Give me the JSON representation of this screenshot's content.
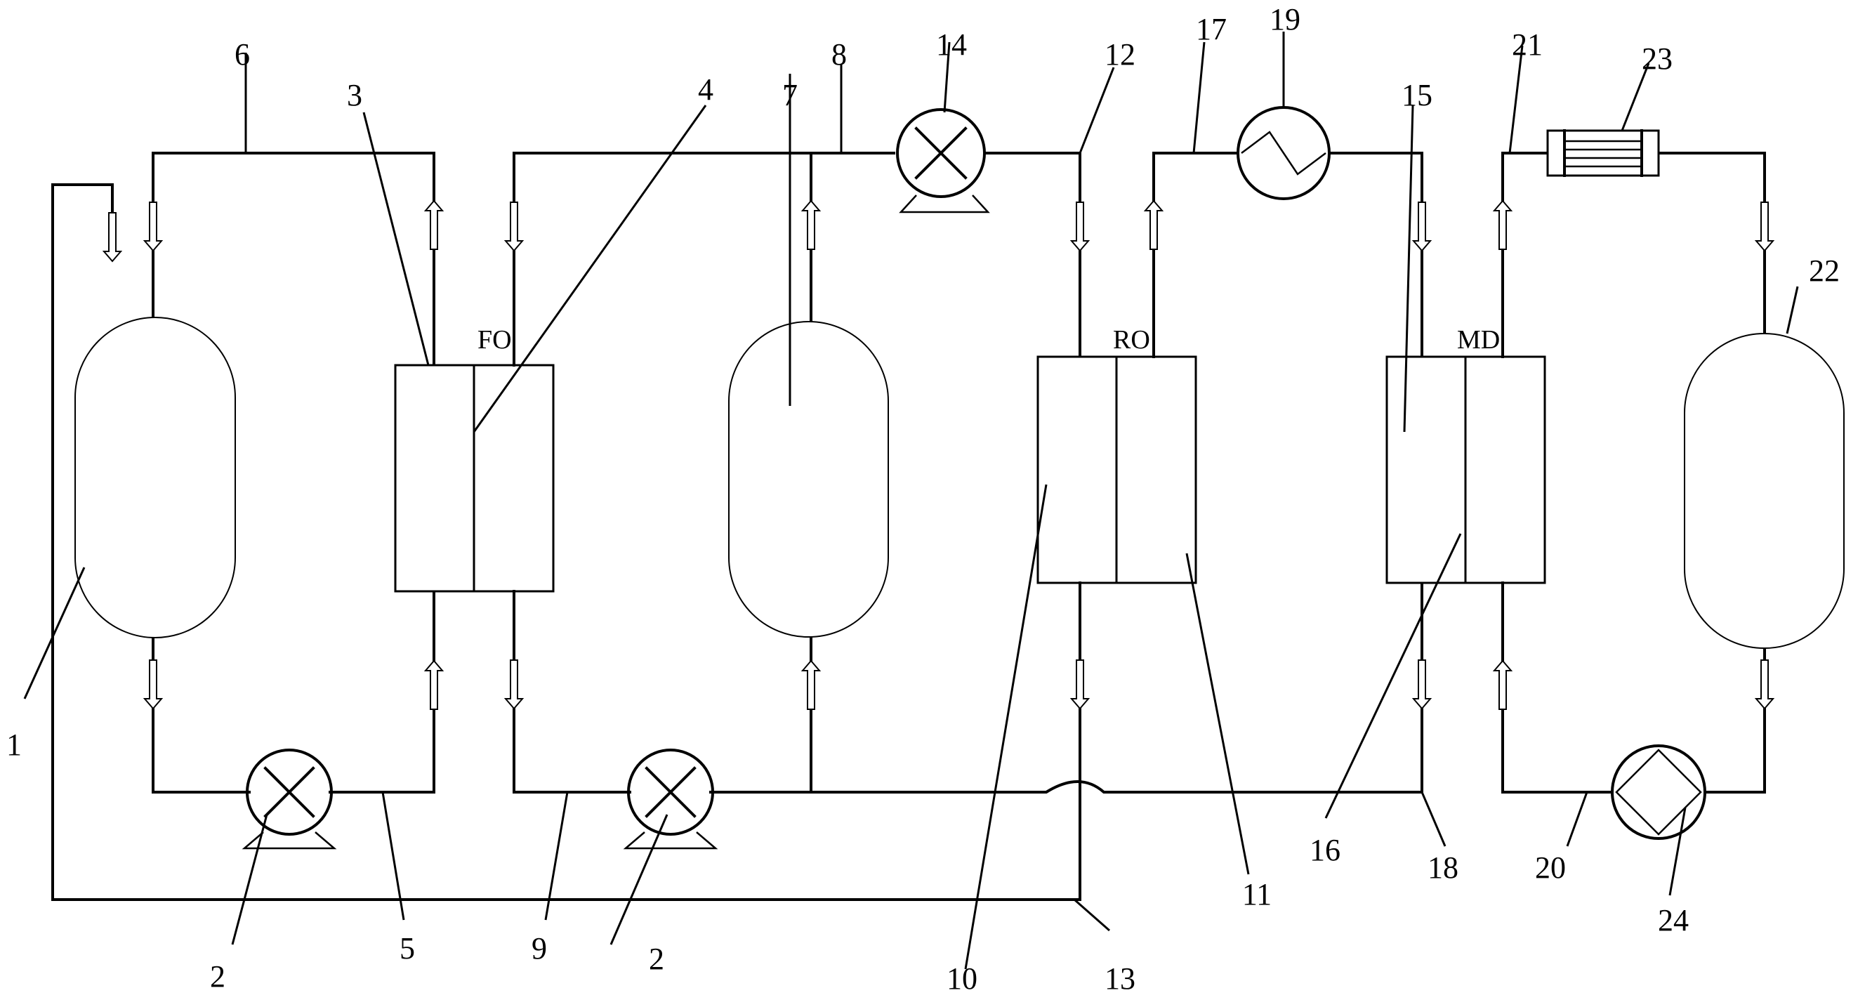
{
  "diagram": {
    "module_tags": {
      "fo": "FO",
      "ro": "RO",
      "md": "MD"
    },
    "labels": {
      "n1": "1",
      "n2a": "2",
      "n2b": "2",
      "n3": "3",
      "n4": "4",
      "n5": "5",
      "n6": "6",
      "n7": "7",
      "n8": "8",
      "n9": "9",
      "n10": "10",
      "n11": "11",
      "n12": "12",
      "n13": "13",
      "n14": "14",
      "n15": "15",
      "n16": "16",
      "n17": "17",
      "n18": "18",
      "n19": "19",
      "n20": "20",
      "n21": "21",
      "n22": "22",
      "n23": "23",
      "n24": "24"
    },
    "icons": {
      "pump": "pump-icon",
      "heater": "heater-icon",
      "condenser": "condenser-icon",
      "exchanger": "heat-exchanger-icon",
      "flow_arrow": "flow-arrow-icon"
    }
  }
}
